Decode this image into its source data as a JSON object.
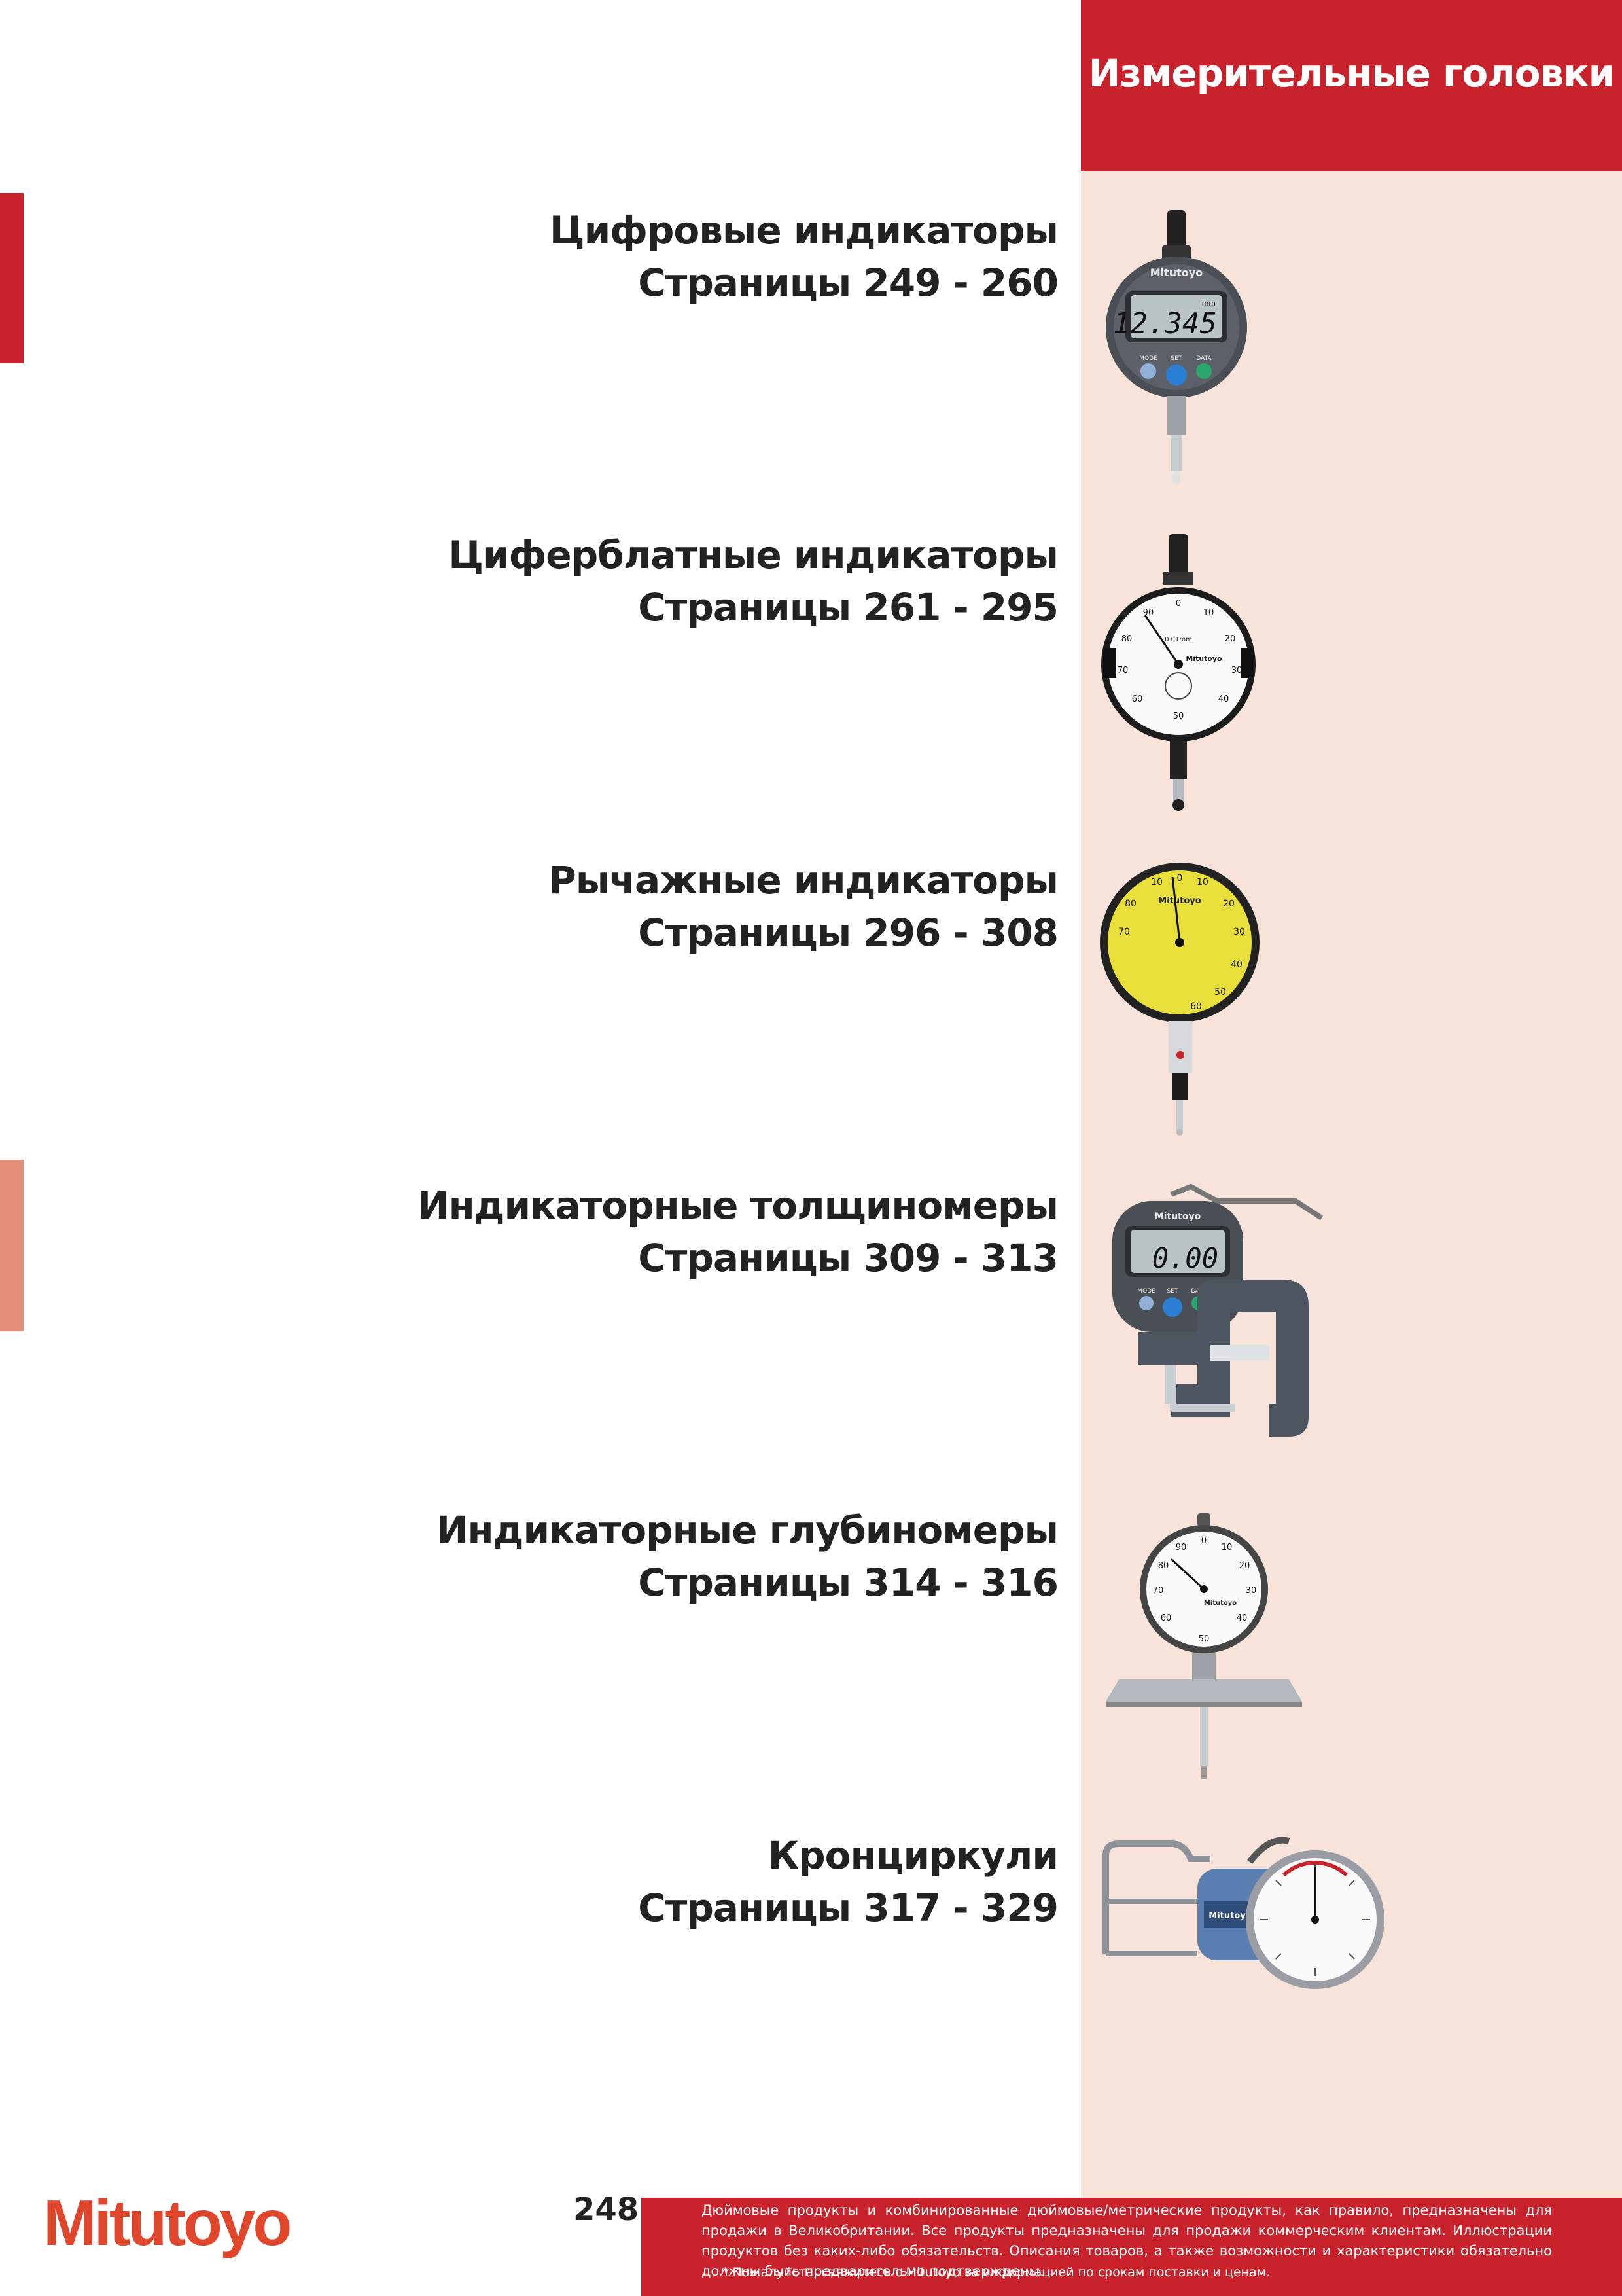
{
  "header": {
    "title": "Измерительные головки"
  },
  "sections": [
    {
      "title": "Цифровые индикаторы",
      "pages": "Страницы 249 - 260"
    },
    {
      "title": "Циферблатные индикаторы",
      "pages": "Страницы 261 - 295"
    },
    {
      "title": "Рычажные индикаторы",
      "pages": "Страницы 296 - 308"
    },
    {
      "title": "Индикаторные толщиномеры",
      "pages": "Страницы 309 - 313"
    },
    {
      "title": "Индикаторные глубиномеры",
      "pages": "Страницы 314 - 316"
    },
    {
      "title": "Кронциркули",
      "pages": "Страницы 317 - 329"
    }
  ],
  "products": {
    "digital": {
      "brand": "Mitutoyo",
      "reading": "12.345",
      "unit": "mm",
      "buttons": [
        "MODE",
        "SET",
        "DATA"
      ]
    },
    "dial": {
      "brand": "Mitutoyo",
      "unit": "0.01mm",
      "scale": [
        "0",
        "10",
        "20",
        "30",
        "40",
        "50",
        "60",
        "70",
        "80",
        "90"
      ]
    },
    "lever": {
      "brand": "Mitutoyo",
      "scale": [
        "10",
        "0",
        "10",
        "20",
        "30",
        "40",
        "50",
        "60",
        "70",
        "80"
      ]
    },
    "thickness": {
      "brand": "Mitutoyo",
      "reading": "0.00",
      "buttons": [
        "MODE",
        "SET",
        "DATA"
      ]
    },
    "depth": {
      "brand": "Mitutoyo",
      "scale": [
        "0",
        "10",
        "20",
        "30",
        "40",
        "50",
        "60",
        "70",
        "80",
        "90"
      ]
    },
    "caliper": {
      "brand": "Mitutoyo"
    }
  },
  "footer": {
    "brand": "Mitutoyo",
    "page_number": "248",
    "disclaimer": "Дюймовые продукты и комбинированные дюймовые/метрические продукты, как правило, предназначены для продажи в Великобритании. Все продукты предназначены для продажи коммерческим клиентам. Иллюстрации продуктов без каких-либо обязательств. Описания товаров, а также возможности и характеристики обязательно должны быть предварительно подтверждены.",
    "note": "* Пожалуйста, свяжитесь с Mitutoyo за информацией по срокам поставки и ценам."
  },
  "colors": {
    "brand_red": "#c8232c",
    "panel_bg": "#f8e3da",
    "accent_salmon": "#e2907a",
    "logo_orange": "#e0462b"
  }
}
